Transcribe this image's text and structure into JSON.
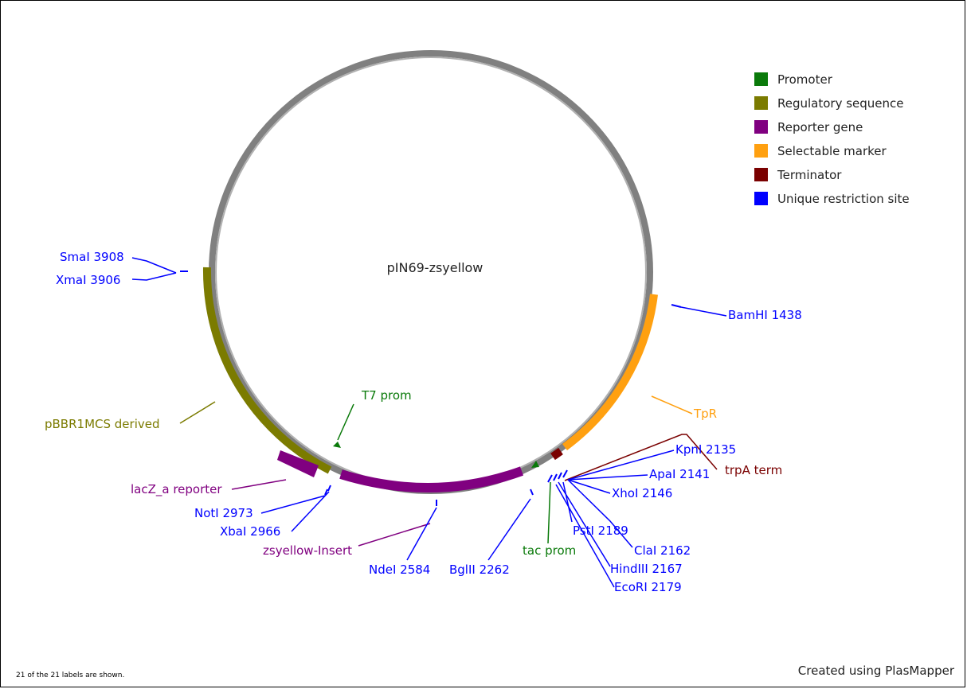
{
  "map": {
    "title": "pIN69-zsyellow",
    "footer_left": "21 of the 21 labels are shown.",
    "footer_right": "Created using PlasMapper"
  },
  "legend": [
    {
      "label": "Promoter",
      "color": "#0a7a0a"
    },
    {
      "label": "Regulatory sequence",
      "color": "#7b7b00"
    },
    {
      "label": "Reporter gene",
      "color": "#800080"
    },
    {
      "label": "Selectable marker",
      "color": "#ffa010"
    },
    {
      "label": "Terminator",
      "color": "#7a0000"
    },
    {
      "label": "Unique restriction site",
      "color": "#0000ff"
    }
  ],
  "labels": {
    "smai": "SmaI 3908",
    "xmai": "XmaI 3906",
    "bamhi": "BamHI 1438",
    "t7prom": "T7 prom",
    "pbbr": "pBBR1MCS derived",
    "tpr": "TpR",
    "kpni": "KpnI 2135",
    "trpa": "trpA term",
    "apai": "ApaI 2141",
    "laczrep": "lacZ_a reporter",
    "xhoi": "XhoI 2146",
    "noti": "NotI 2973",
    "psti": "PstI 2189",
    "xbai": "XbaI 2966",
    "clai": "ClaI 2162",
    "zsins": "zsyellow-Insert",
    "tacprom": "tac prom",
    "hindiii": "HindIII 2167",
    "ndei": "NdeI 2584",
    "bglii": "BglII 2262",
    "ecori": "EcoRI 2179"
  }
}
